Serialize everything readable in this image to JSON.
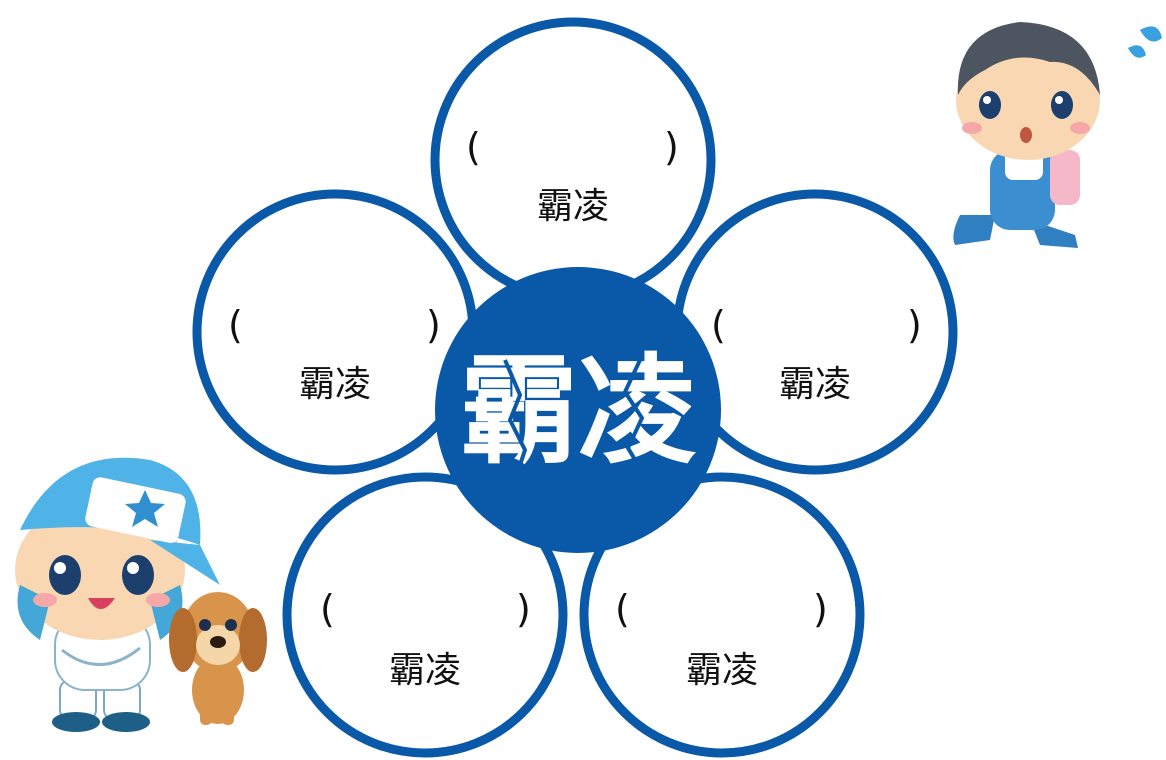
{
  "center": {
    "text": "霸凌"
  },
  "petals": [
    {
      "id": "top",
      "left_paren": "(",
      "right_paren": ")",
      "label": "霸凌"
    },
    {
      "id": "upper-left",
      "left_paren": "(",
      "right_paren": ")",
      "label": "霸凌"
    },
    {
      "id": "upper-right",
      "left_paren": "(",
      "right_paren": ")",
      "label": "霸凌"
    },
    {
      "id": "lower-left",
      "left_paren": "(",
      "right_paren": ")",
      "label": "霸凌"
    },
    {
      "id": "lower-right",
      "left_paren": "(",
      "right_paren": ")",
      "label": "霸凌"
    }
  ],
  "colors": {
    "ring": "#0a58a8",
    "center_fill": "#0a58a8",
    "text": "#111111"
  },
  "decorations": [
    "boy-cap-illustration",
    "dog-illustration",
    "running-boy-illustration",
    "sweat-drop-icon"
  ]
}
